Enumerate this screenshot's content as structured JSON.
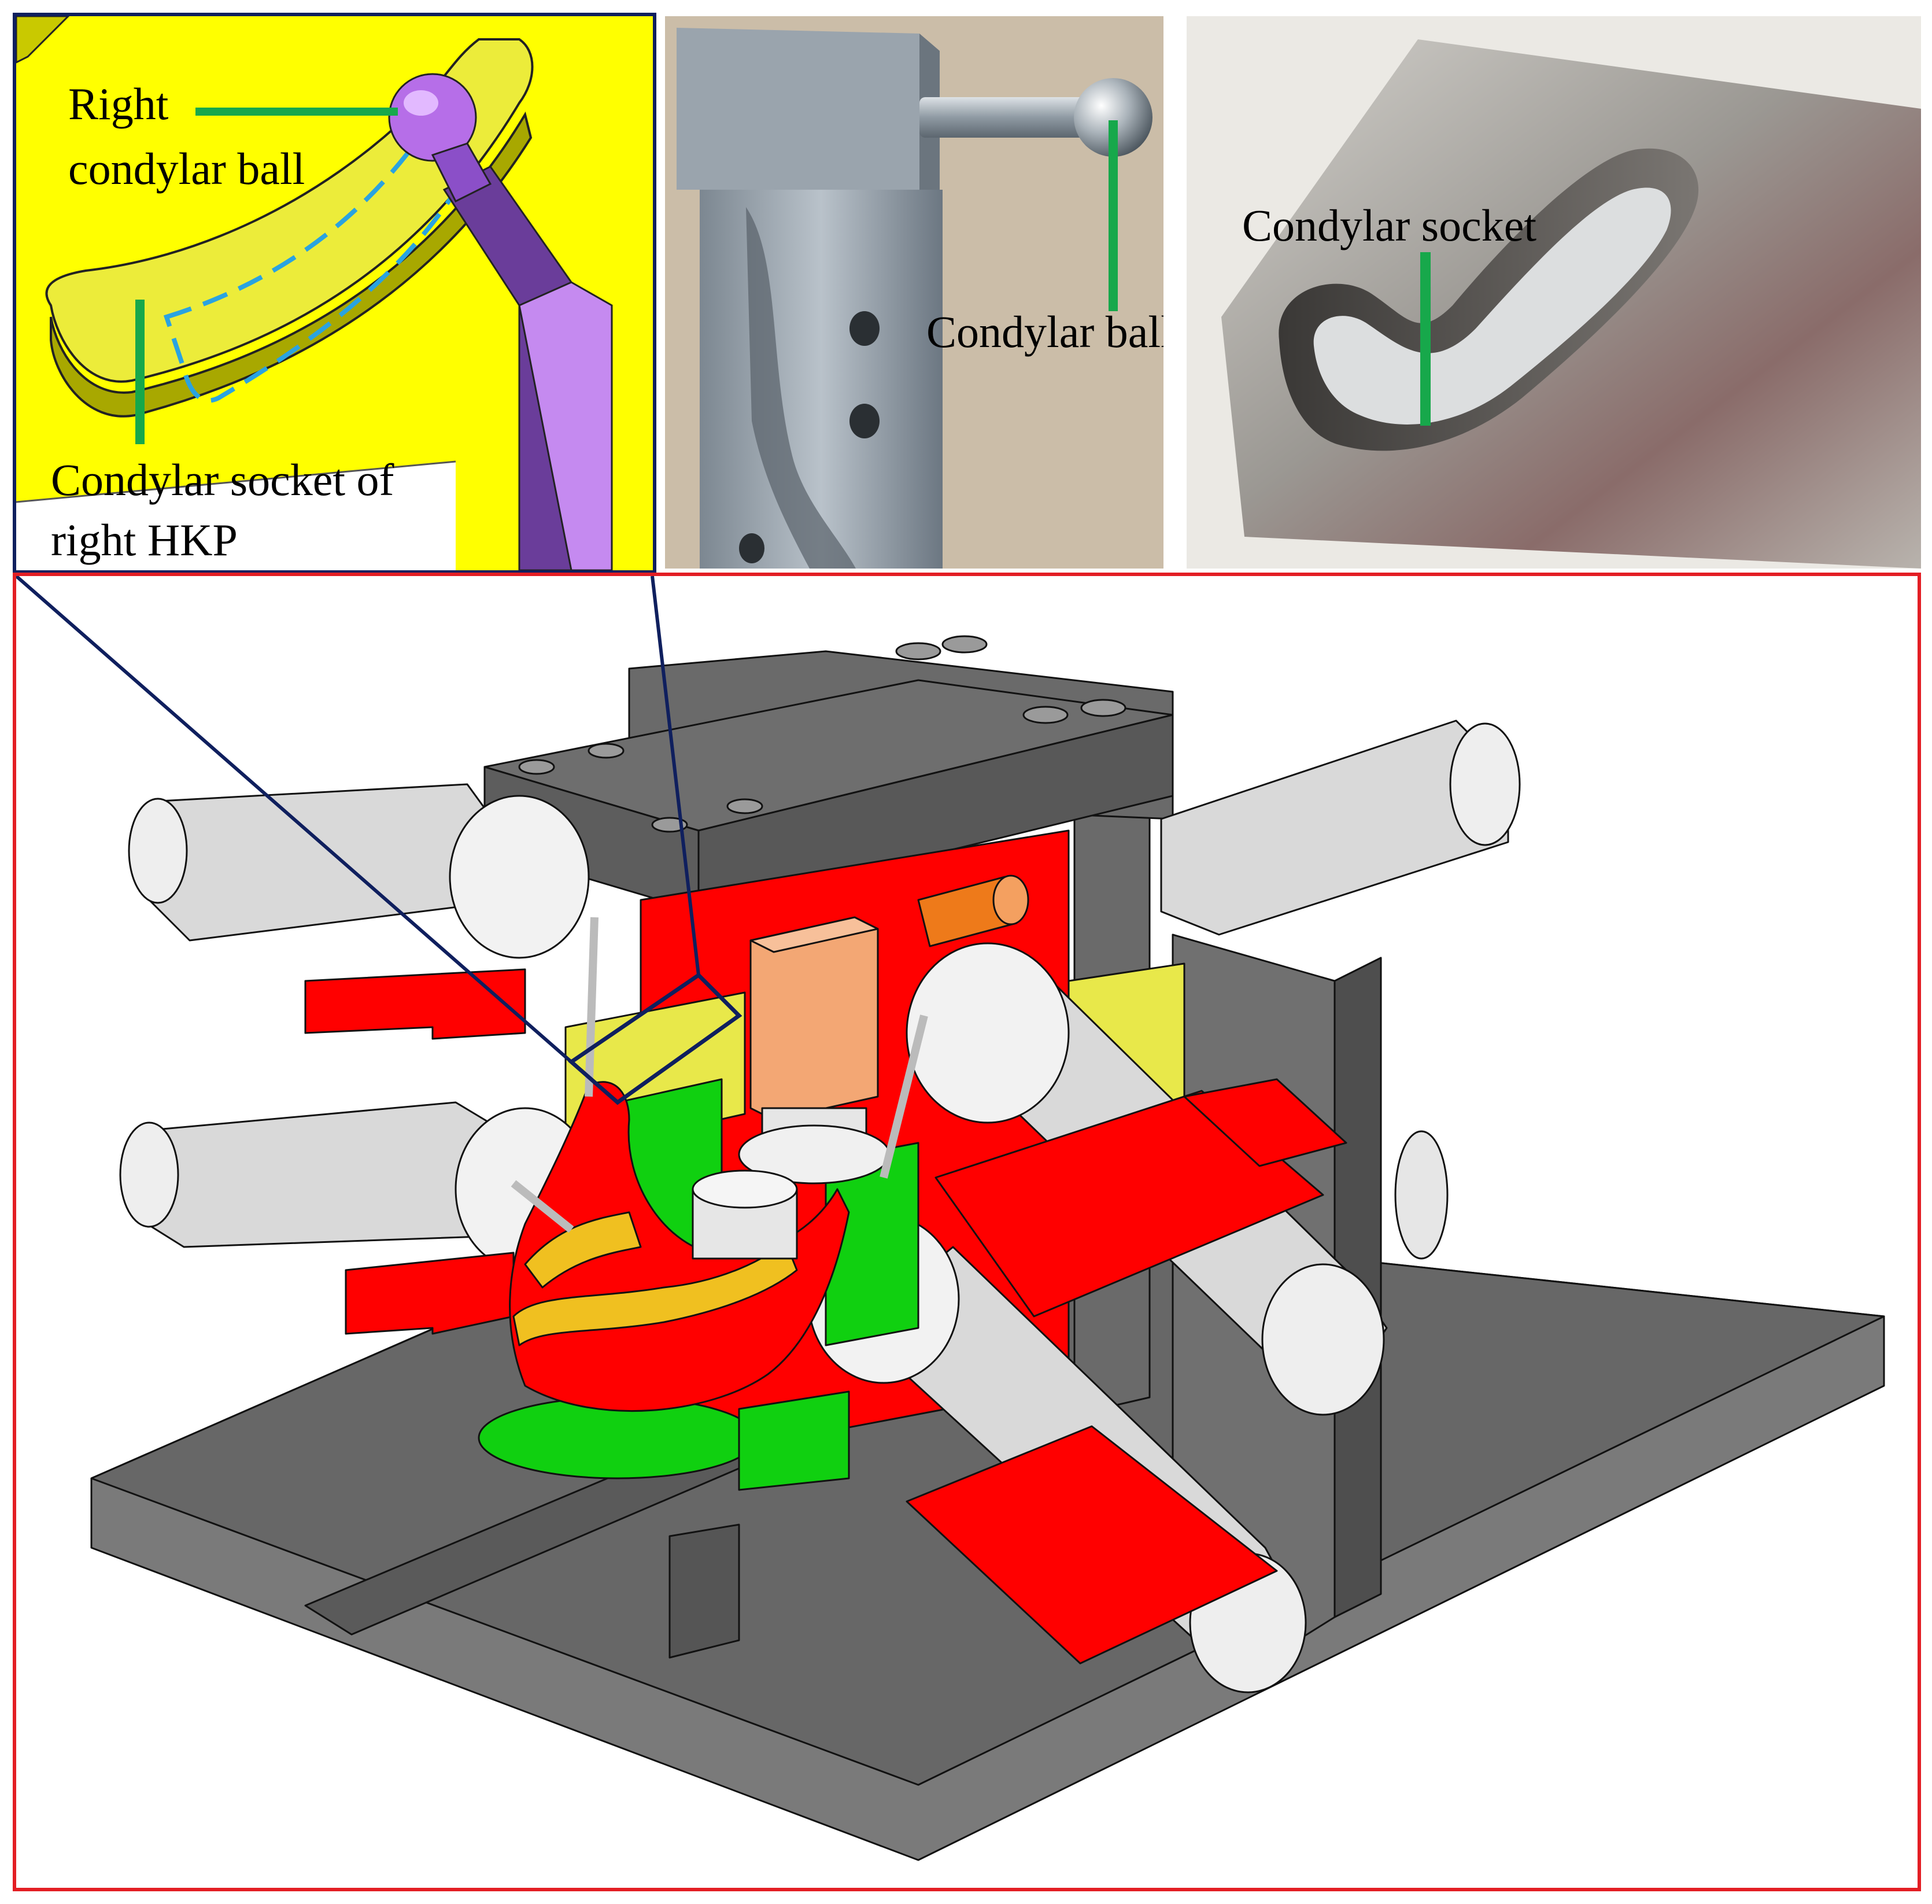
{
  "inset_cad": {
    "label_ball_line1": "Right",
    "label_ball_line2": "condylar ball",
    "label_socket_line1": "Condylar socket of",
    "label_socket_line2": "right HKP"
  },
  "photo_ball": {
    "label": "Condylar ball"
  },
  "photo_socket": {
    "label": "Condylar socket"
  },
  "colors": {
    "inset_background": "#ffff00",
    "leader_line": "#17a84b",
    "socket_outline": "#2aa3e0",
    "inset_border": "#0f1f5e",
    "main_border": "#e31e24",
    "part_red": "#ff0000",
    "part_green": "#10d010",
    "part_gray": "#666666",
    "part_yellow": "#e8e84a",
    "part_tooth": "#f0c020",
    "part_copper": "#f3a774",
    "part_orange": "#ee7a1a"
  }
}
